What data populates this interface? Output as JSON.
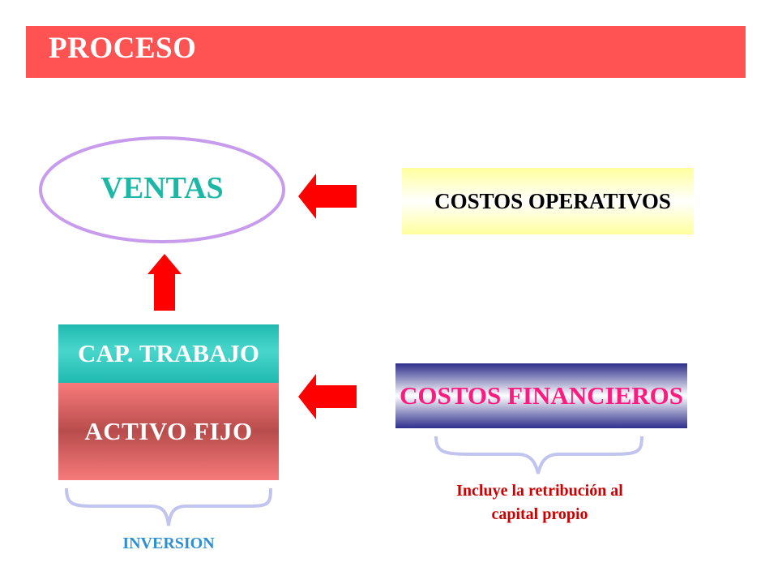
{
  "title": "PROCESO",
  "nodes": {
    "ventas": "VENTAS",
    "costos_operativos": "COSTOS OPERATIVOS",
    "cap_trabajo": "CAP. TRABAJO",
    "activo_fijo": "ACTIVO FIJO",
    "costos_financieros": "COSTOS FINANCIEROS"
  },
  "labels": {
    "inversion": "INVERSION",
    "incluye": "Incluye la retribución al capital propio"
  },
  "colors": {
    "title_bar": "#ff5252",
    "ventas_text": "#1cb8a5",
    "ellipse_stroke": "#c89cec",
    "arrows": "#ff0000",
    "brace": "#c0c4ee"
  }
}
